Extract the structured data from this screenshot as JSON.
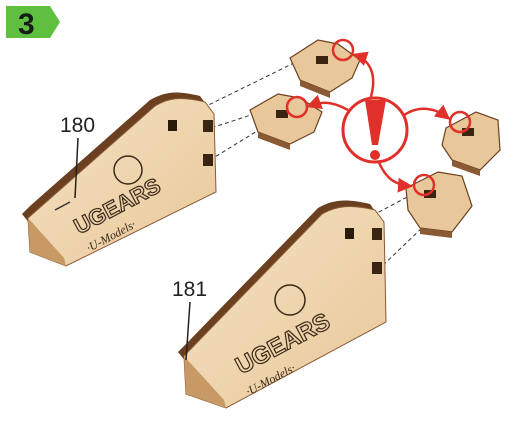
{
  "step": {
    "number": "3",
    "badge_color": "#5fbf3f"
  },
  "parts": [
    {
      "number": "180",
      "brand": "UGEARS",
      "sub": "·U-Models·"
    },
    {
      "number": "181",
      "brand": "UGEARS",
      "sub": "·U-Models·"
    }
  ],
  "warning": {
    "symbol": "!",
    "color": "#e0302a"
  },
  "colors": {
    "wood": "#f1d7b0",
    "wood_edge": "#8a5a34",
    "wood_dark": "#5c3a1e"
  }
}
